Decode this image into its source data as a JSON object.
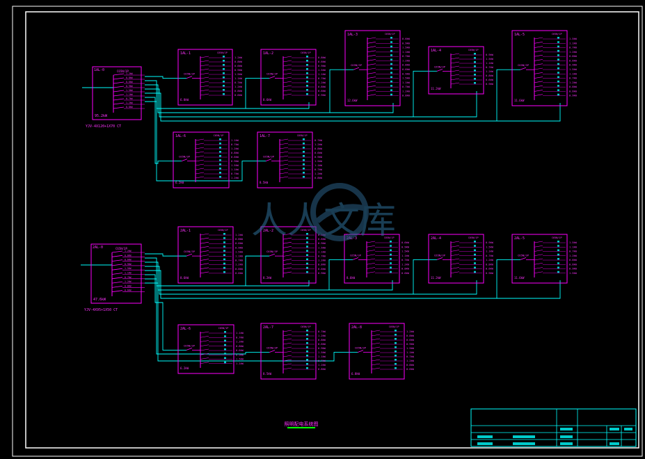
{
  "drawing": {
    "title": "照明配电系统图"
  },
  "colors": {
    "frame": "#ffffff",
    "box": "#ff00ff",
    "wire": "#00ffff",
    "text_magenta": "#ff33ff",
    "text_cyan": "#33ffff",
    "title_underline": "#00ff00",
    "cell_fill": "#00cccc"
  },
  "watermark": {
    "text": "人人文库",
    "icon": "cloud-logo-icon"
  },
  "groups": [
    {
      "main": {
        "label": "1AL-0",
        "cable": "YJV-4X120+1X70 CT",
        "load": "95.2kW"
      },
      "boxes": [
        {
          "label": "1AL-1",
          "load": "6.8kW"
        },
        {
          "label": "1AL-2",
          "load": "8.6kW"
        },
        {
          "label": "1AL-3",
          "load": "12.6kW"
        },
        {
          "label": "1AL-4",
          "load": "11.2kW"
        },
        {
          "label": "1AL-5",
          "load": "11.6kW"
        },
        {
          "label": "1AL-6",
          "load": "6.2kW"
        },
        {
          "label": "1AL-7",
          "load": "8.5kW"
        }
      ]
    },
    {
      "main": {
        "label": "2AL-0",
        "cable": "YJV-4X95+1X50 CT",
        "load": "47.6kW"
      },
      "boxes": [
        {
          "label": "2AL-1",
          "load": "8.6kW"
        },
        {
          "label": "2AL-2",
          "load": "8.2kW"
        },
        {
          "label": "2AL-3",
          "load": "8.6kW"
        },
        {
          "label": "2AL-4",
          "load": "11.2kW"
        },
        {
          "label": "2AL-5",
          "load": "11.6kW"
        },
        {
          "label": "2AL-6",
          "load": "6.2kW"
        },
        {
          "label": "2AL-7",
          "load": "8.5kW"
        },
        {
          "label": "2AL-8",
          "load": "6.8kW"
        }
      ]
    }
  ],
  "circuit_labels": [
    "1.2kW",
    "0.8kW",
    "0.6kW",
    "0.9kW",
    "1.5kW",
    "1.1kW",
    "0.7kW"
  ],
  "breaker_main": "C65N/3P",
  "breaker_branch": "C65N/1P"
}
